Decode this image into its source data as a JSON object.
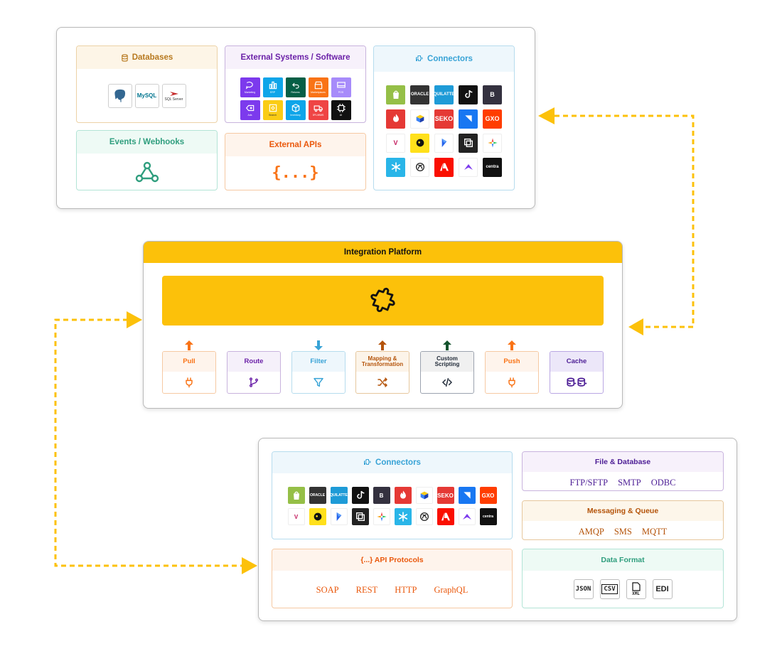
{
  "sources": {
    "databases": {
      "title": "Databases",
      "logos": [
        "MySQL",
        "SQL Server"
      ]
    },
    "external_systems": {
      "title": "External Systems / Software",
      "tiles": [
        {
          "label": "Marketing",
          "color": "#7c3aed"
        },
        {
          "label": "ERP",
          "color": "#0ea5e9"
        },
        {
          "label": "Returns",
          "color": "#065f46"
        },
        {
          "label": "Marketplaces",
          "color": "#f97316"
        },
        {
          "label": "POS",
          "color": "#a78bfa"
        },
        {
          "label": "Ads",
          "color": "#7c3aed"
        },
        {
          "label": "Search",
          "color": "#facc15"
        },
        {
          "label": "Inventory",
          "color": "#0ea5e9"
        },
        {
          "label": "3PL/WMS",
          "color": "#ef4444"
        },
        {
          "label": "AI",
          "color": "#111111"
        }
      ]
    },
    "connectors": {
      "title": "Connectors"
    },
    "events": {
      "title": "Events / Webhooks"
    },
    "external_apis": {
      "title": "External APIs",
      "symbol": "{...}"
    }
  },
  "connectors_top": [
    {
      "text": "",
      "color": "#95bf47",
      "icon": "bag"
    },
    {
      "text": "ORACLE",
      "color": "#333333",
      "icon": ""
    },
    {
      "text": "QUILATTE",
      "color": "#1e9bd7",
      "icon": ""
    },
    {
      "text": "",
      "color": "#111111",
      "icon": "note"
    },
    {
      "text": "B",
      "color": "#34313f",
      "icon": ""
    },
    {
      "text": "",
      "color": "#e53935",
      "icon": "flame"
    },
    {
      "text": "",
      "color": "#ffffff",
      "icon": "cube"
    },
    {
      "text": "SEKO",
      "color": "#e53935",
      "icon": ""
    },
    {
      "text": "",
      "color": "#1877f2",
      "icon": "corner"
    },
    {
      "text": "GXO",
      "color": "#ff3d00",
      "icon": ""
    },
    {
      "text": "V",
      "color": "#ffffff",
      "icon": ""
    },
    {
      "text": "",
      "color": "#ffe01b",
      "icon": "chimp"
    },
    {
      "text": "",
      "color": "#ffffff",
      "icon": "dyn"
    },
    {
      "text": "",
      "color": "#222222",
      "icon": "copy"
    },
    {
      "text": "",
      "color": "#ffffff",
      "icon": "star"
    },
    {
      "text": "",
      "color": "#29b5e8",
      "icon": "flake"
    },
    {
      "text": "",
      "color": "#ffffff",
      "icon": "knot"
    },
    {
      "text": "",
      "color": "#fa0f00",
      "icon": "adobe"
    },
    {
      "text": "",
      "color": "#ffffff",
      "icon": "wing"
    },
    {
      "text": "centra",
      "color": "#111111",
      "icon": ""
    }
  ],
  "platform": {
    "title": "Integration Platform",
    "steps": [
      {
        "label": "Pull",
        "color": "#f97316",
        "border": "#f6c9a3",
        "bg": "#fef4ec",
        "icon": "plug",
        "arrow": "up",
        "arrow_color": "#f97316"
      },
      {
        "label": "Route",
        "color": "#6b21a8",
        "border": "#c8b3dd",
        "bg": "#f5f0fa",
        "icon": "branch",
        "arrow": "",
        "arrow_color": ""
      },
      {
        "label": "Filter",
        "color": "#38a3d6",
        "border": "#b6dcee",
        "bg": "#eef7fc",
        "icon": "funnel",
        "arrow": "down",
        "arrow_color": "#38a3d6"
      },
      {
        "label": "Mapping & Transformation",
        "color": "#b45309",
        "border": "#e6c79d",
        "bg": "#fcf4e9",
        "icon": "shuffle",
        "arrow": "up",
        "arrow_color": "#b45309"
      },
      {
        "label": "Custom Scripting",
        "color": "#1f2937",
        "border": "#9ca3af",
        "bg": "#f0f0f0",
        "icon": "code",
        "arrow": "up",
        "arrow_color": "#14532d"
      },
      {
        "label": "Push",
        "color": "#f97316",
        "border": "#f6c9a3",
        "bg": "#fef4ec",
        "icon": "plug",
        "arrow": "up",
        "arrow_color": "#f97316"
      },
      {
        "label": "Cache",
        "color": "#4c1d95",
        "border": "#b9a7e3",
        "bg": "#ece7f9",
        "icon": "db",
        "arrow": "",
        "arrow_color": ""
      }
    ]
  },
  "targets": {
    "connectors": {
      "title": "Connectors"
    },
    "api_protocols": {
      "title": "{...} API Protocols",
      "items": [
        "SOAP",
        "REST",
        "HTTP",
        "GraphQL"
      ]
    },
    "file_db": {
      "title": "File & Database",
      "items": [
        "FTP/SFTP",
        "SMTP",
        "ODBC"
      ]
    },
    "messaging": {
      "title": "Messaging & Queue",
      "items": [
        "AMQP",
        "SMS",
        "MQTT"
      ]
    },
    "data_format": {
      "title": "Data Format",
      "items": [
        "JSON",
        "CSV",
        "XML",
        "EDI"
      ]
    }
  },
  "colors": {
    "accent_yellow": "#fcc10a",
    "dash_arrow": "#fcc10a"
  }
}
